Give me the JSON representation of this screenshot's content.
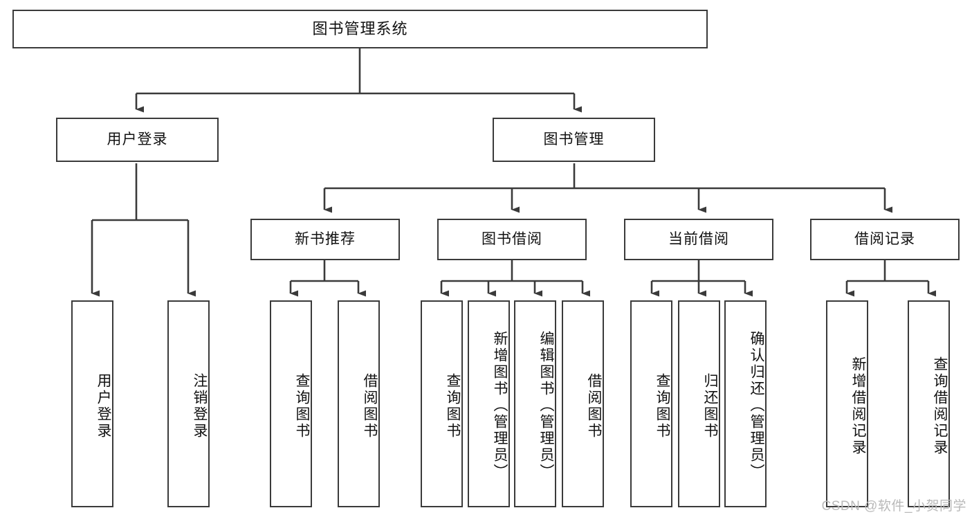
{
  "diagram": {
    "title": "图书管理系统",
    "type": "tree-hierarchy-diagram",
    "colors": {
      "box_border": "#3a3a3a",
      "box_fill": "#ffffff",
      "connector": "#3a3a3a",
      "text": "#111111",
      "watermark": "#b9b9b9"
    },
    "nodes": {
      "root": {
        "label": "图书管理系统"
      },
      "level2": [
        {
          "label": "用户登录"
        },
        {
          "label": "图书管理"
        }
      ],
      "level3": [
        {
          "label": "新书推荐"
        },
        {
          "label": "图书借阅"
        },
        {
          "label": "当前借阅"
        },
        {
          "label": "借阅记录"
        }
      ],
      "leaves": {
        "user_login": [
          {
            "label": "用户登录"
          },
          {
            "label": "注销登录"
          }
        ],
        "new_book_recommend": [
          {
            "label": "查询图书"
          },
          {
            "label": "借阅图书"
          }
        ],
        "book_borrow": [
          {
            "label": "查询图书"
          },
          {
            "label": "新增图书（管理员）"
          },
          {
            "label": "编辑图书（管理员）"
          },
          {
            "label": "借阅图书"
          }
        ],
        "current_borrow": [
          {
            "label": "查询图书"
          },
          {
            "label": "归还图书"
          },
          {
            "label": "确认归还（管理员）"
          }
        ],
        "borrow_record": [
          {
            "label": "新增借阅记录"
          },
          {
            "label": "查询借阅记录"
          }
        ]
      }
    },
    "watermark": "CSDN @软件_小贺同学"
  }
}
